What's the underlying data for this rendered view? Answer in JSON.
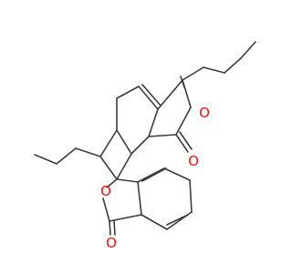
{
  "structure": {
    "atoms": {
      "o_top_ring": {
        "symbol": "O",
        "color": "#ff0d0d"
      },
      "o_top_carbonyl": {
        "symbol": "O",
        "color": "#ff0d0d"
      },
      "o_bottom_ring": {
        "symbol": "O",
        "color": "#ff0d0d"
      },
      "o_bottom_carbonyl": {
        "symbol": "O",
        "color": "#ff0d0d"
      }
    },
    "bond_color": "#3c3c3c"
  }
}
